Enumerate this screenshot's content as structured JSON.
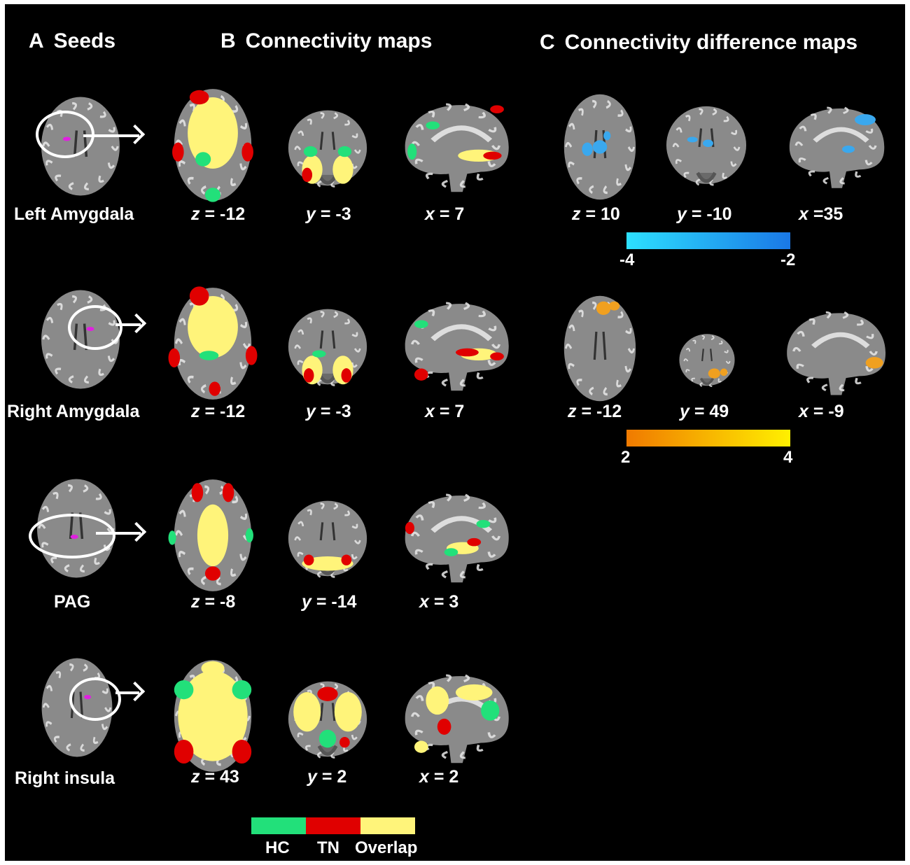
{
  "panels": {
    "a": {
      "letter": "A",
      "title": "Seeds"
    },
    "b": {
      "letter": "B",
      "title": "Connectivity maps"
    },
    "c": {
      "letter": "C",
      "title": "Connectivity difference maps"
    }
  },
  "rows": [
    {
      "seed": "Left Amygdala",
      "coords": [
        {
          "axis": "z",
          "value": "= -12"
        },
        {
          "axis": "y",
          "value": "= -3"
        },
        {
          "axis": "x",
          "value": "= 7"
        }
      ]
    },
    {
      "seed": "Right Amygdala",
      "coords": [
        {
          "axis": "z",
          "value": "= -12"
        },
        {
          "axis": "y",
          "value": "= -3"
        },
        {
          "axis": "x",
          "value": "= 7"
        }
      ]
    },
    {
      "seed": "PAG",
      "coords": [
        {
          "axis": "z",
          "value": "= -8"
        },
        {
          "axis": "y",
          "value": "= -14"
        },
        {
          "axis": "x",
          "value": "= 3"
        }
      ]
    },
    {
      "seed": "Right insula",
      "coords": [
        {
          "axis": "z",
          "value": "= 43"
        },
        {
          "axis": "y",
          "value": "= 2"
        },
        {
          "axis": "x",
          "value": "= 2"
        }
      ]
    }
  ],
  "difference": [
    {
      "coords": [
        {
          "axis": "z",
          "value": "= 10"
        },
        {
          "axis": "y",
          "value": "= -10"
        },
        {
          "axis": "x",
          "value": "=35"
        }
      ],
      "colorbar": {
        "min_label": "-4",
        "max_label": "-2",
        "color_start": "#2de0ff",
        "color_end": "#1a78e6"
      }
    },
    {
      "coords": [
        {
          "axis": "z",
          "value": "= -12"
        },
        {
          "axis": "y",
          "value": "= 49"
        },
        {
          "axis": "x",
          "value": "= -9"
        }
      ],
      "colorbar": {
        "min_label": "2",
        "max_label": "4",
        "color_start": "#f07a00",
        "color_end": "#fff000"
      }
    }
  ],
  "legend": [
    {
      "label": "HC",
      "color": "#22e07a"
    },
    {
      "label": "TN",
      "color": "#e00000"
    },
    {
      "label": "Overlap",
      "color": "#fff47a"
    }
  ],
  "colors": {
    "hc": "#22e07a",
    "tn": "#e00000",
    "overlap": "#fff47a",
    "seed": "#e020e0",
    "blue": "#3aa8ee",
    "orange": "#f0a020"
  }
}
